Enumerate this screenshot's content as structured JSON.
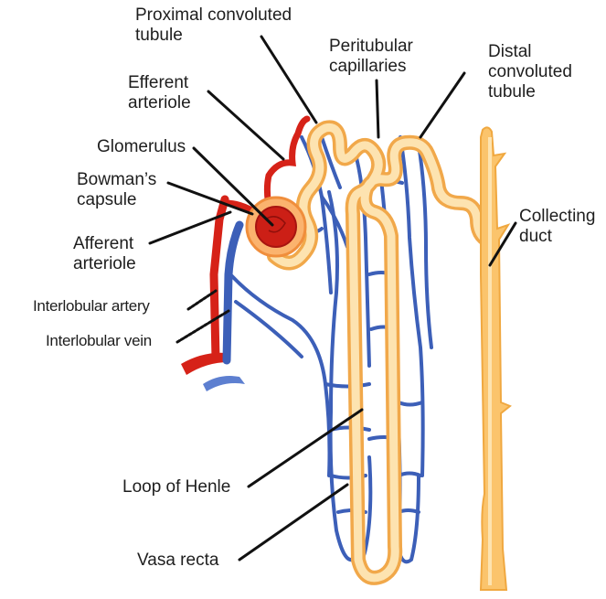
{
  "labels": {
    "proximal_convoluted_tubule": {
      "line1": "Proximal convoluted",
      "line2": "tubule"
    },
    "peritubular_capillaries": {
      "line1": "Peritubular",
      "line2": "capillaries"
    },
    "distal_convoluted_tubule": {
      "line1": "Distal",
      "line2": "convoluted",
      "line3": "tubule"
    },
    "efferent_arteriole": {
      "line1": "Efferent",
      "line2": "arteriole"
    },
    "glomerulus": "Glomerulus",
    "bowmans_capsule": {
      "line1": "Bowman’s",
      "line2": "capsule"
    },
    "afferent_arteriole": {
      "line1": "Afferent",
      "line2": "arteriole"
    },
    "collecting_duct": {
      "line1": "Collecting",
      "line2": "duct"
    },
    "interlobular_artery": "Interlobular artery",
    "interlobular_vein": "Interlobular vein",
    "loop_of_henle": "Loop of Henle",
    "vasa_recta": "Vasa recta"
  },
  "colors": {
    "artery_red": "#d62218",
    "vein_blue": "#3c5fb8",
    "tubule_fill": "#fde3b0",
    "tubule_edge": "#f1a84a",
    "capsule_orange": "#f4a760",
    "leader_line": "#111111"
  }
}
